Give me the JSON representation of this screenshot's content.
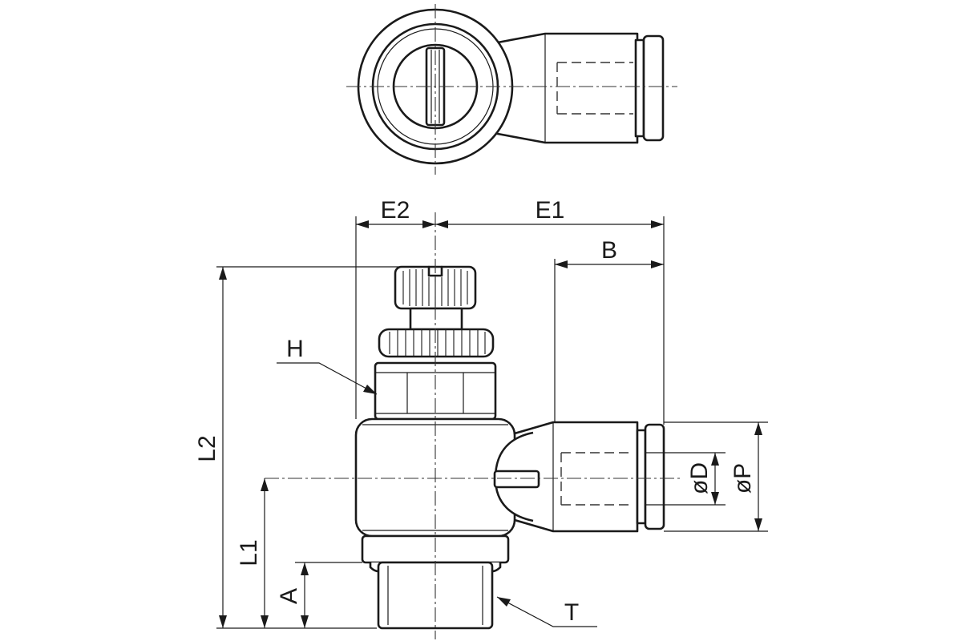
{
  "labels": {
    "e2": "E2",
    "e1": "E1",
    "b": "B",
    "h": "H",
    "l2": "L2",
    "l1": "L1",
    "a": "A",
    "t": "T",
    "phi_d": "øD",
    "phi_p": "øP"
  }
}
